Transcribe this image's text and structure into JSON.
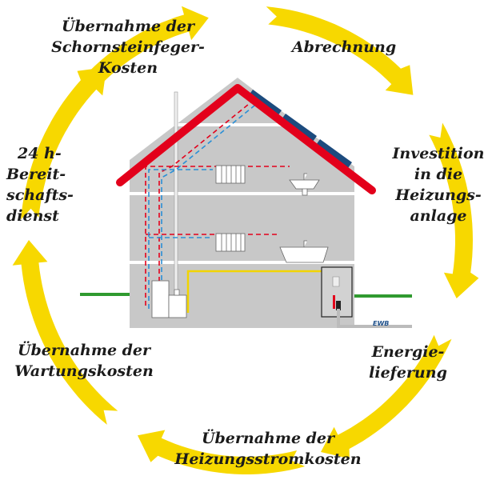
{
  "colors": {
    "ring": "#f7d800",
    "wall": "#c8c8c8",
    "roof": "#e3001b",
    "solar": "#1c4b7e",
    "hot": "#e3001b",
    "cold": "#2a8fd6",
    "gas": "#f2d400",
    "grass": "#2f9a2f"
  },
  "labels": {
    "chimney_sweep": [
      "Übernahme der",
      "Schornsteinfeger-",
      "Kosten"
    ],
    "billing": [
      "Abrechnung"
    ],
    "investment": [
      "Investition",
      "in die",
      "Heizungs-",
      "anlage"
    ],
    "standby": [
      "24 h-",
      "Bereit-",
      "schafts-",
      "dienst"
    ],
    "maintenance": [
      "Übernahme der",
      "Wartungskosten"
    ],
    "energy": [
      "Energie-",
      "lieferung"
    ],
    "heating_power": [
      "Übernahme der",
      "Heizungsstromkosten"
    ]
  },
  "house": {
    "utility_label": "EWB"
  }
}
